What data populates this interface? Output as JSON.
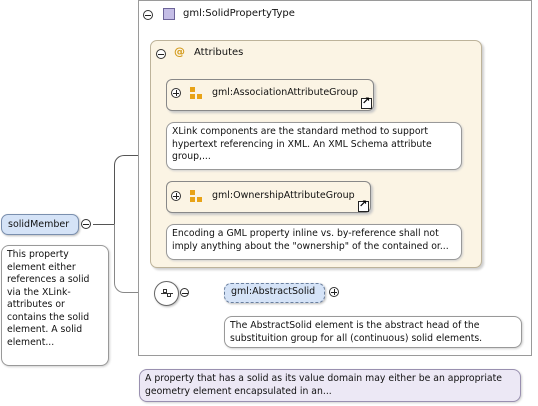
{
  "type": {
    "name": "gml:SolidPropertyType"
  },
  "attributes": {
    "label": "Attributes",
    "groups": [
      {
        "name": "gml:AssociationAttributeGroup",
        "doc": "XLink components are the standard method to support hypertext referencing in XML. An XML Schema attribute group,..."
      },
      {
        "name": "gml:OwnershipAttributeGroup",
        "doc": "Encoding a GML property inline vs. by-reference shall not imply anything about the \"ownership\" of the contained or..."
      }
    ]
  },
  "element": {
    "name": "solidMember",
    "doc": "This property element either references a solid via the XLink-attributes or contains the solid element. A solid element..."
  },
  "child": {
    "name": "gml:AbstractSolid",
    "doc": "The AbstractSolid element is the abstract head of the substituition group for all (continuous) solid elements."
  },
  "type_doc": "A property that has a solid as its value domain may either be an appropriate geometry element encapsulated in an...",
  "icons": {
    "type_icon": "complex-type-icon",
    "attributes_icon": "at-sign-icon",
    "group_icon": "attribute-group-icon",
    "sequence_icon": "sequence-icon"
  },
  "colors": {
    "element_fill": "#d5e3f7",
    "attribute_fill": "#fbf4e4",
    "type_doc_fill": "#ece8f5"
  }
}
